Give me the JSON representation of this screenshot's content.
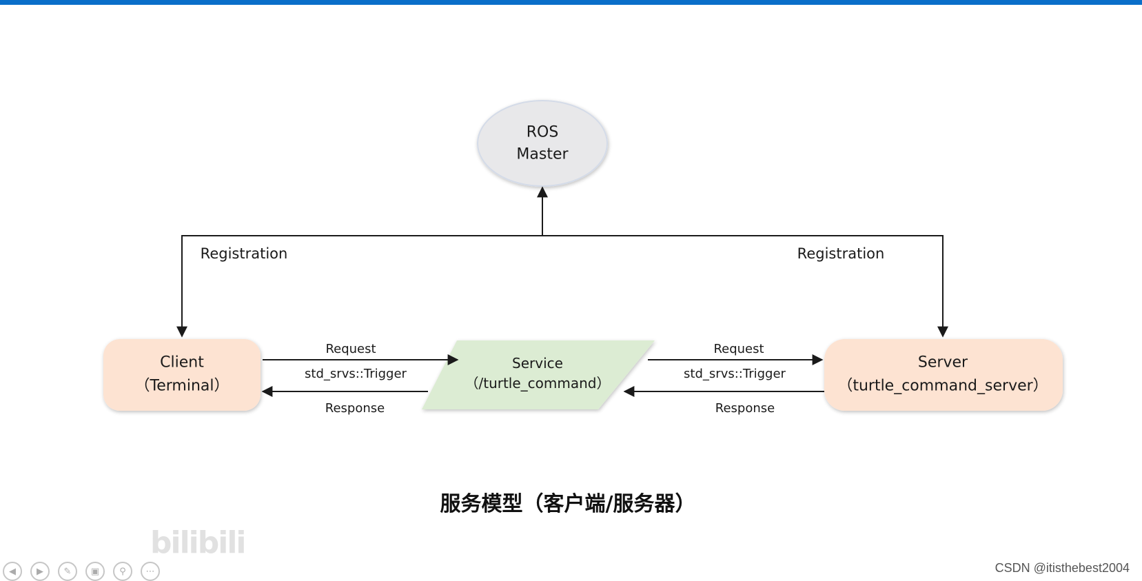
{
  "nodes": {
    "master": {
      "line1": "ROS",
      "line2": "Master"
    },
    "client": {
      "line1": "Client",
      "line2": "（Terminal）"
    },
    "service": {
      "line1": "Service",
      "line2": "（/turtle_command）"
    },
    "server": {
      "line1": "Server",
      "line2": "（turtle_command_server）"
    }
  },
  "edges": {
    "registration_left": "Registration",
    "registration_right": "Registration",
    "left_request": "Request",
    "left_type": "std_srvs::Trigger",
    "left_response": "Response",
    "right_request": "Request",
    "right_type": "std_srvs::Trigger",
    "right_response": "Response"
  },
  "caption": "服务模型（客户端/服务器）",
  "watermark": "CSDN @itisthebest2004",
  "overlay_logo": "bilibili",
  "player_controls": [
    "prev-icon",
    "next-icon",
    "pen-icon",
    "pages-icon",
    "zoom-icon",
    "more-icon"
  ],
  "colors": {
    "master_fill": "#e8e8ea",
    "client_server_fill": "#fde3d2",
    "service_fill": "#dcecd3",
    "accent_bar": "#0a6fc9",
    "line": "#1a1a1a"
  }
}
